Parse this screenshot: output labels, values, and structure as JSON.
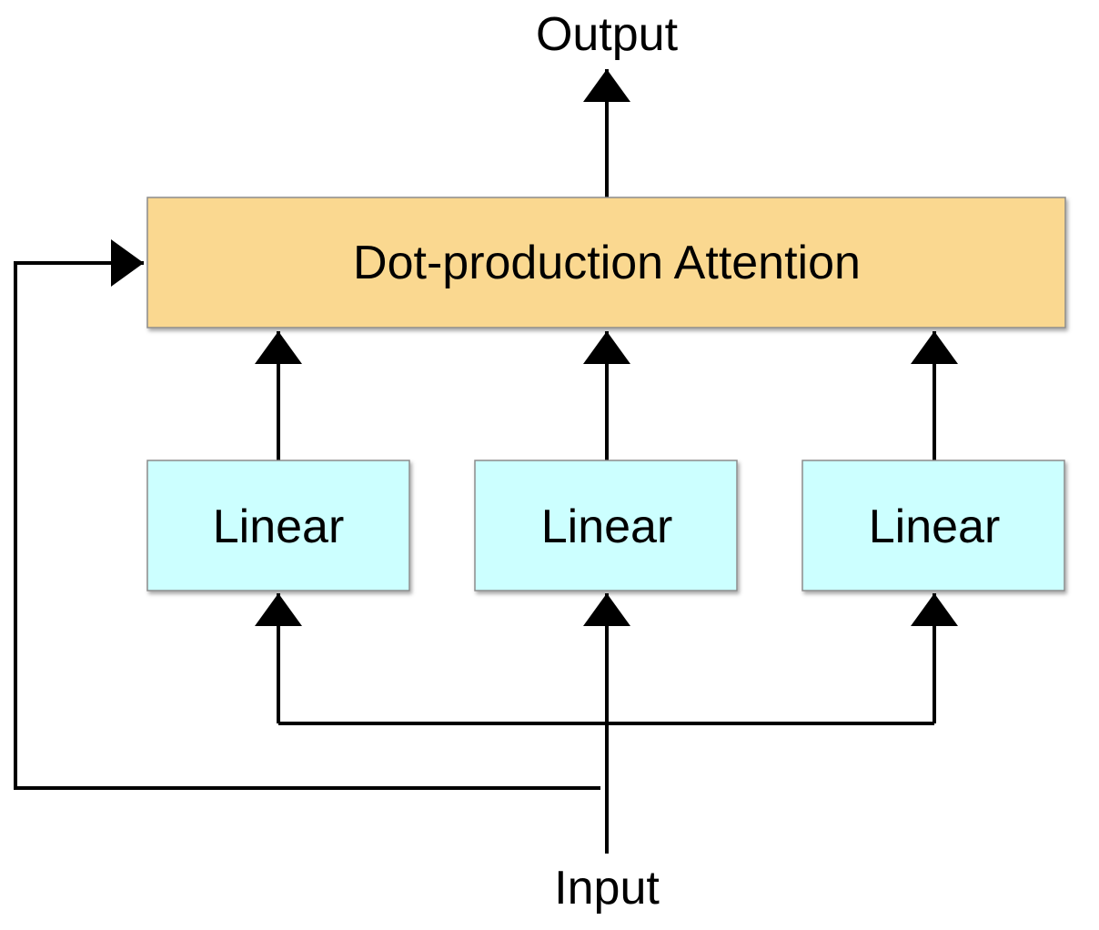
{
  "diagram": {
    "output_label": "Output",
    "input_label": "Input",
    "attention_label": "Dot-production Attention",
    "linear_labels": [
      "Linear",
      "Linear",
      "Linear"
    ]
  },
  "colors": {
    "attention_fill": "#fad890",
    "linear_fill": "#ccffff",
    "box_border": "#8c8c8c",
    "line": "#000000",
    "background": "#ffffff"
  }
}
